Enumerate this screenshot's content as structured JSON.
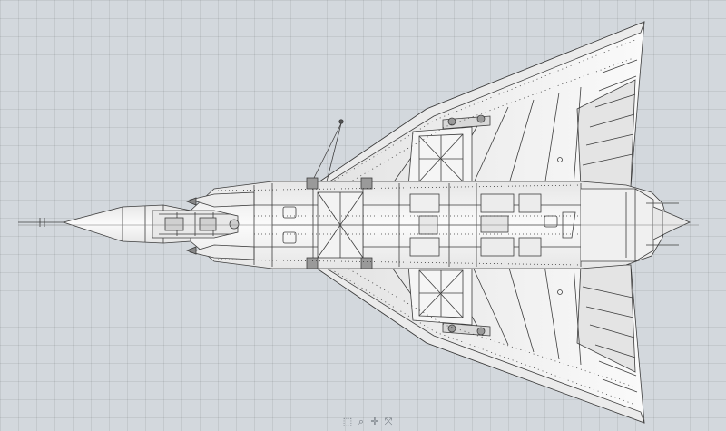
{
  "viewer": {
    "background_color": "#d3d8dd",
    "grid_color": "#c3c8cd",
    "model_line_color": "#3d3d3d",
    "model_fill_color": "#f2f2f2",
    "model_shade_color": "#dcdcdc"
  },
  "toolbar": {
    "buttons": [
      {
        "name": "zoom-window",
        "icon": "zoom-window-icon",
        "glyph": "⬚"
      },
      {
        "name": "zoom",
        "icon": "zoom-icon",
        "glyph": "⌕"
      },
      {
        "name": "pan",
        "icon": "pan-icon",
        "glyph": "✛"
      },
      {
        "name": "zoom-extents",
        "icon": "zoom-extents-icon",
        "glyph": "⤧"
      }
    ]
  }
}
